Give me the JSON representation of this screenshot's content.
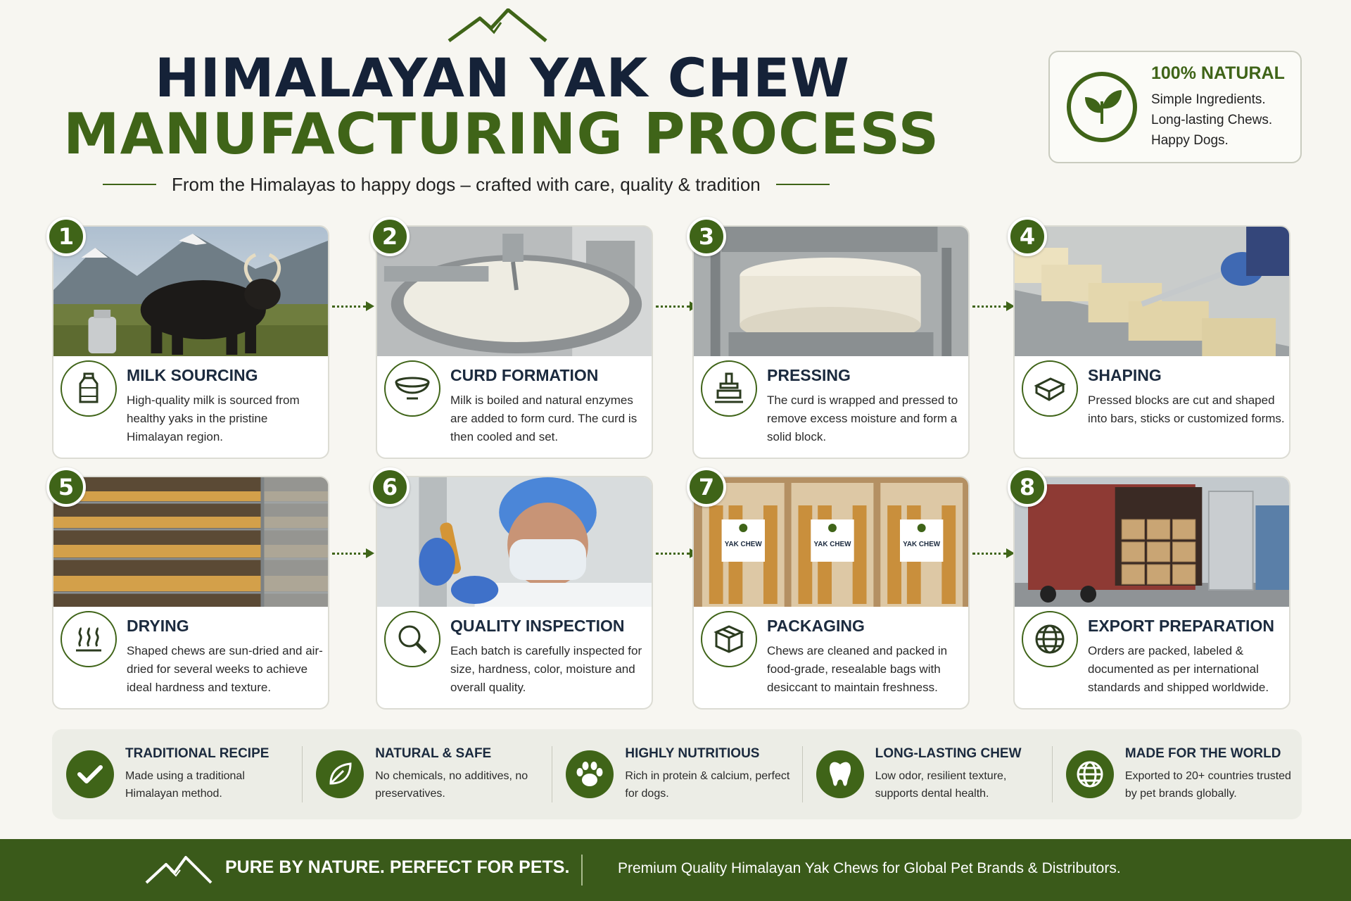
{
  "header": {
    "title_line1": "HIMALAYAN YAK CHEW",
    "title_line2": "MANUFACTURING PROCESS",
    "subtitle": "From the Himalayas to happy dogs – crafted with care, quality & tradition"
  },
  "natural_badge": {
    "title": "100% NATURAL",
    "lines": [
      "Simple Ingredients.",
      "Long-lasting Chews.",
      "Happy Dogs."
    ],
    "icon": "leaf-icon"
  },
  "steps": [
    {
      "number": "1",
      "title": "MILK SOURCING",
      "description": "High-quality milk is sourced from healthy yaks in the pristine Himalayan region.",
      "icon": "milk-bottle-icon"
    },
    {
      "number": "2",
      "title": "CURD FORMATION",
      "description": "Milk is boiled and natural enzymes are added to form curd. The curd is then cooled and set.",
      "icon": "bowl-icon"
    },
    {
      "number": "3",
      "title": "PRESSING",
      "description": "The curd is wrapped and pressed to remove excess moisture and form a solid block.",
      "icon": "press-icon"
    },
    {
      "number": "4",
      "title": "SHAPING",
      "description": "Pressed blocks are cut and shaped into bars, sticks or customized forms.",
      "icon": "block-icon"
    },
    {
      "number": "5",
      "title": "DRYING",
      "description": "Shaped chews are sun-dried and air-dried for several weeks to achieve ideal hardness and texture.",
      "icon": "heat-waves-icon"
    },
    {
      "number": "6",
      "title": "QUALITY INSPECTION",
      "description": "Each batch is carefully inspected for size, hardness, color, moisture and overall quality.",
      "icon": "magnifier-icon"
    },
    {
      "number": "7",
      "title": "PACKAGING",
      "description": "Chews are cleaned and packed in food-grade, resealable bags with desiccant to maintain freshness.",
      "icon": "box-icon"
    },
    {
      "number": "8",
      "title": "EXPORT PREPARATION",
      "description": "Orders are packed, labeled & documented as per international standards and shipped worldwide.",
      "icon": "globe-icon"
    }
  ],
  "package_label": "YAK CHEW",
  "benefits": [
    {
      "title": "TRADITIONAL RECIPE",
      "description": "Made using a traditional Himalayan method.",
      "icon": "check-icon"
    },
    {
      "title": "NATURAL & SAFE",
      "description": "No chemicals, no additives, no preservatives.",
      "icon": "leaf-icon"
    },
    {
      "title": "HIGHLY NUTRITIOUS",
      "description": "Rich in protein & calcium, perfect for dogs.",
      "icon": "paw-icon"
    },
    {
      "title": "LONG-LASTING CHEW",
      "description": "Low odor, resilient texture, supports dental health.",
      "icon": "tooth-icon"
    },
    {
      "title": "MADE FOR THE WORLD",
      "description": "Exported to 20+ countries trusted by pet brands globally.",
      "icon": "globe-icon"
    }
  ],
  "footer": {
    "tagline": "PURE BY NATURE. PERFECT FOR PETS.",
    "text": "Premium Quality Himalayan Yak Chews for Global Pet Brands & Distributors."
  },
  "colors": {
    "brand_green": "#3f6418",
    "navy": "#152238",
    "footer_green": "#3a5a1a",
    "background": "#f7f6f1"
  }
}
